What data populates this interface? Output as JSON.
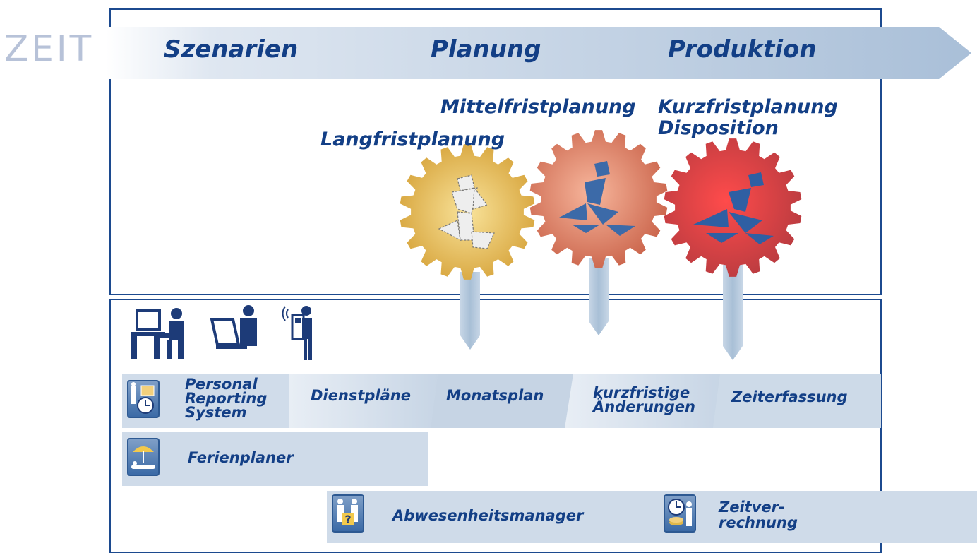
{
  "header": {
    "time_label": "ZEIT",
    "stages": [
      "Szenarien",
      "Planung",
      "Produktion"
    ]
  },
  "gears": [
    {
      "label": "Langfristplanung",
      "color_center": "#f7dc86",
      "color_edge": "#d9a53a"
    },
    {
      "label": "Mittelfristplanung",
      "color_center": "#f5a58b",
      "color_edge": "#c65f45"
    },
    {
      "label_line1": "Kurzfristplanung",
      "label_line2": "Disposition",
      "color_center": "#ff5a5a",
      "color_edge": "#b53c40"
    }
  ],
  "devices": [
    "desktop-user-icon",
    "laptop-user-icon",
    "mobile-user-icon"
  ],
  "modules": {
    "prs": {
      "line1": "Personal",
      "line2": "Reporting",
      "line3": "System"
    },
    "dienstplaene": "Dienstpläne",
    "monatsplan": "Monatsplan",
    "kurzfristige": {
      "line1": "kurzfristige",
      "line2": "Änderungen"
    },
    "zeiterfassung": "Zeiterfassung",
    "ferienplaner": "Ferienplaner",
    "abwesenheit": "Abwesenheitsmanager",
    "zeitverrechnung": {
      "line1": "Zeitver-",
      "line2": "rechnung"
    }
  },
  "colors": {
    "accent": "#133f86",
    "frame": "#1c4a8f",
    "band": "#c9d7e6"
  }
}
